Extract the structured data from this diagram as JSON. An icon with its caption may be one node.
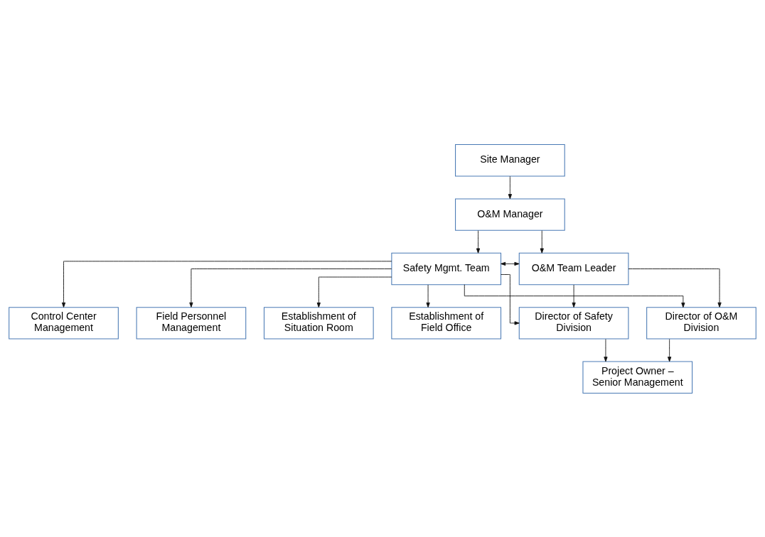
{
  "diagram": {
    "nodes": [
      {
        "text": [
          "Site Manager"
        ]
      },
      {
        "text": [
          "O&M Manager"
        ]
      },
      {
        "text": [
          "Safety Mgmt. Team"
        ]
      },
      {
        "text": [
          "O&M Team Leader"
        ]
      },
      {
        "text": [
          "Establishment of Situation Room"
        ]
      },
      {
        "text": [
          "Establishment of Field Office"
        ]
      },
      {
        "text": [
          "Control Center Management"
        ]
      },
      {
        "text": [
          "Field Personnel Management"
        ]
      },
      {
        "text": [
          "Director of Safety Division"
        ]
      },
      {
        "text": [
          "Director of O&M Division"
        ]
      },
      {
        "text": [
          "Project Owner – Senior Management"
        ]
      }
    ],
    "edges": [
      {
        "from": 0,
        "to": 1,
        "arrow": "to"
      },
      {
        "from": 1,
        "to": 2,
        "arrow": "to"
      },
      {
        "from": 1,
        "to": 3,
        "arrow": "to"
      },
      {
        "from": 2,
        "to": 3,
        "arrow": "both"
      },
      {
        "from": 2,
        "to": 4,
        "arrow": "to"
      },
      {
        "from": 2,
        "to": 5,
        "arrow": "to"
      },
      {
        "from": 2,
        "to": 6,
        "arrow": "to"
      },
      {
        "from": 2,
        "to": 7,
        "arrow": "to"
      },
      {
        "from": 2,
        "to": 8,
        "arrow": "to"
      },
      {
        "from": 2,
        "to": 9,
        "arrow": "to"
      },
      {
        "from": 3,
        "to": 8,
        "arrow": "to"
      },
      {
        "from": 3,
        "to": 9,
        "arrow": "to"
      },
      {
        "from": 8,
        "to": 10,
        "arrow": "to"
      },
      {
        "from": 9,
        "to": 10,
        "arrow": "to"
      }
    ]
  }
}
